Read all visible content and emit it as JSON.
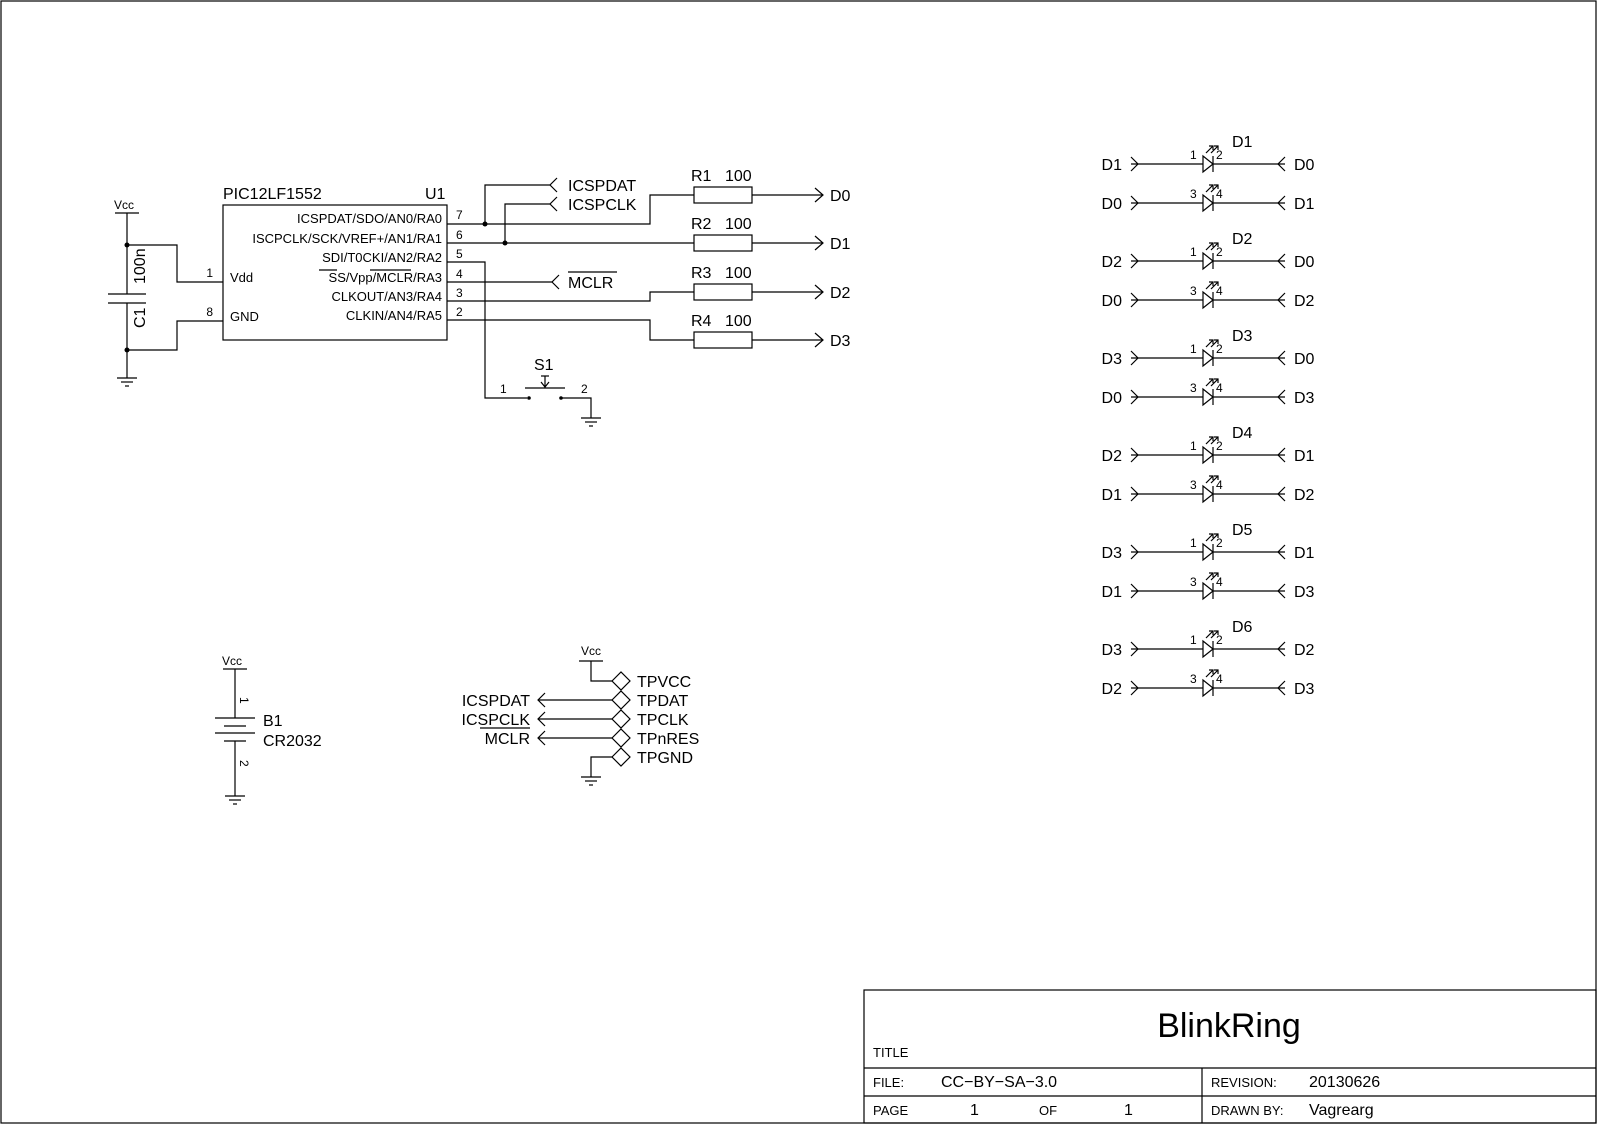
{
  "u1": {
    "part": "PIC12LF1552",
    "ref": "U1",
    "vdd": "Vdd",
    "gnd": "GND",
    "pin_vdd": "1",
    "pin_gnd": "8",
    "pins": [
      {
        "num": "7",
        "label": "ICSPDAT/SDO/AN0/RA0"
      },
      {
        "num": "6",
        "label": "ISCPCLK/SCK/VREF+/AN1/RA1"
      },
      {
        "num": "5",
        "label": "SDI/T0CKI/AN2/RA2"
      },
      {
        "num": "4",
        "label_ss": "SS",
        "label_mid": "/Vpp/",
        "label_mclr": "MCLR",
        "label_end": "/RA3"
      },
      {
        "num": "3",
        "label": "CLKOUT/AN3/RA4"
      },
      {
        "num": "2",
        "label": "CLKIN/AN4/RA5"
      }
    ]
  },
  "c1": {
    "ref": "C1",
    "value": "100n",
    "vcc": "Vcc"
  },
  "flags": {
    "icspdat": "ICSPDAT",
    "icspclk": "ICSPCLK",
    "mclr": "MCLR"
  },
  "resistors": [
    {
      "ref": "R1",
      "value": "100",
      "net": "D0"
    },
    {
      "ref": "R2",
      "value": "100",
      "net": "D1"
    },
    {
      "ref": "R3",
      "value": "100",
      "net": "D2"
    },
    {
      "ref": "R4",
      "value": "100",
      "net": "D3"
    }
  ],
  "s1": {
    "ref": "S1",
    "pin1": "1",
    "pin2": "2"
  },
  "battery": {
    "ref": "B1",
    "value": "CR2032",
    "vcc": "Vcc",
    "pin1": "1",
    "pin2": "2"
  },
  "testpoints": {
    "vcc": "Vcc",
    "names": [
      "TPVCC",
      "TPDAT",
      "TPCLK",
      "TPnRES",
      "TPGND"
    ],
    "nets": [
      "ICSPDAT",
      "ICSPCLK",
      "MCLR"
    ]
  },
  "leds": [
    {
      "ref": "D1",
      "a_left": "D1",
      "a_right": "D0",
      "b_left": "D0",
      "b_right": "D1"
    },
    {
      "ref": "D2",
      "a_left": "D2",
      "a_right": "D0",
      "b_left": "D0",
      "b_right": "D2"
    },
    {
      "ref": "D3",
      "a_left": "D3",
      "a_right": "D0",
      "b_left": "D0",
      "b_right": "D3"
    },
    {
      "ref": "D4",
      "a_left": "D2",
      "a_right": "D1",
      "b_left": "D1",
      "b_right": "D2"
    },
    {
      "ref": "D5",
      "a_left": "D3",
      "a_right": "D1",
      "b_left": "D1",
      "b_right": "D3"
    },
    {
      "ref": "D6",
      "a_left": "D3",
      "a_right": "D2",
      "b_left": "D2",
      "b_right": "D3"
    }
  ],
  "led_pins": [
    "1",
    "2",
    "3",
    "4"
  ],
  "title_block": {
    "title_label": "TITLE",
    "title": "BlinkRing",
    "file_label": "FILE:",
    "file": "CC−BY−SA−3.0",
    "revision_label": "REVISION:",
    "revision": "20130626",
    "page_label": "PAGE",
    "page": "1",
    "of_label": "OF",
    "of": "1",
    "drawn_label": "DRAWN BY:",
    "drawn_by": "Vagrearg"
  }
}
